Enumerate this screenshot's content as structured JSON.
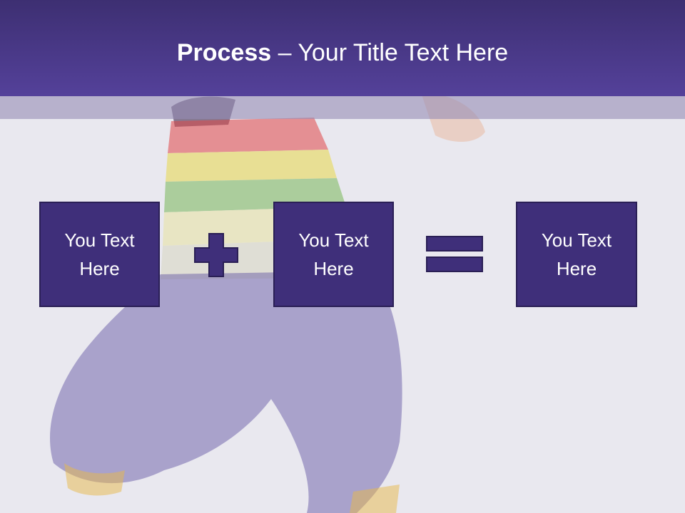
{
  "slide": {
    "title_bold": "Process",
    "title_sep": " – ",
    "title_rest": "Your Title Text Here"
  },
  "process": {
    "boxes": [
      {
        "text": "You Text\nHere"
      },
      {
        "text": "You Text\nHere"
      },
      {
        "text": "You Text\nHere"
      }
    ],
    "operators": [
      "plus-icon",
      "equals-icon"
    ]
  },
  "colors": {
    "title_bar": "#4a3a8a",
    "box_fill": "#3f2f7a",
    "box_border": "#2a1f55",
    "background": "#e9e8ef"
  }
}
